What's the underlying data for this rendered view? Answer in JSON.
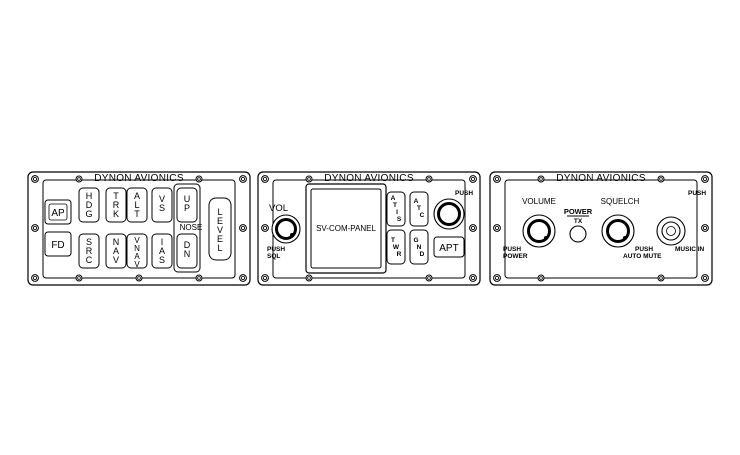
{
  "autopilot_panel": {
    "brand": "DYNON AVIONICS",
    "ap_button": "AP",
    "fd_button": "FD",
    "mode_buttons_top": [
      "HDG",
      "TRK",
      "ALT",
      "VS"
    ],
    "mode_buttons_bottom": [
      "SRC",
      "NAV",
      "VNAV",
      "IAS"
    ],
    "up_button": "UP",
    "dn_button": "DN",
    "nose_label": "NOSE",
    "level_button": "LEVEL"
  },
  "com_panel": {
    "brand": "DYNON AVIONICS",
    "vol_label": "VOL",
    "push_sql_line1": "PUSH",
    "push_sql_line2": "SQL",
    "screen_text": "SV-COM-PANEL",
    "atis_button": "ATIS",
    "atc_button": "ATC",
    "twr_button": "TWR",
    "gnd_button": "GND",
    "push_label": "PUSH",
    "apt_button": "APT"
  },
  "audio_panel": {
    "brand": "DYNON AVIONICS",
    "volume_label": "VOLUME",
    "power_label": "POWER",
    "tx_label": "TX",
    "squelch_label": "SQUELCH",
    "push_power_line1": "PUSH",
    "push_power_line2": "POWER",
    "push_automute_line1": "PUSH",
    "push_automute_line2": "AUTO MUTE",
    "music_in_label": "MUSIC IN",
    "push_label": "PUSH"
  }
}
